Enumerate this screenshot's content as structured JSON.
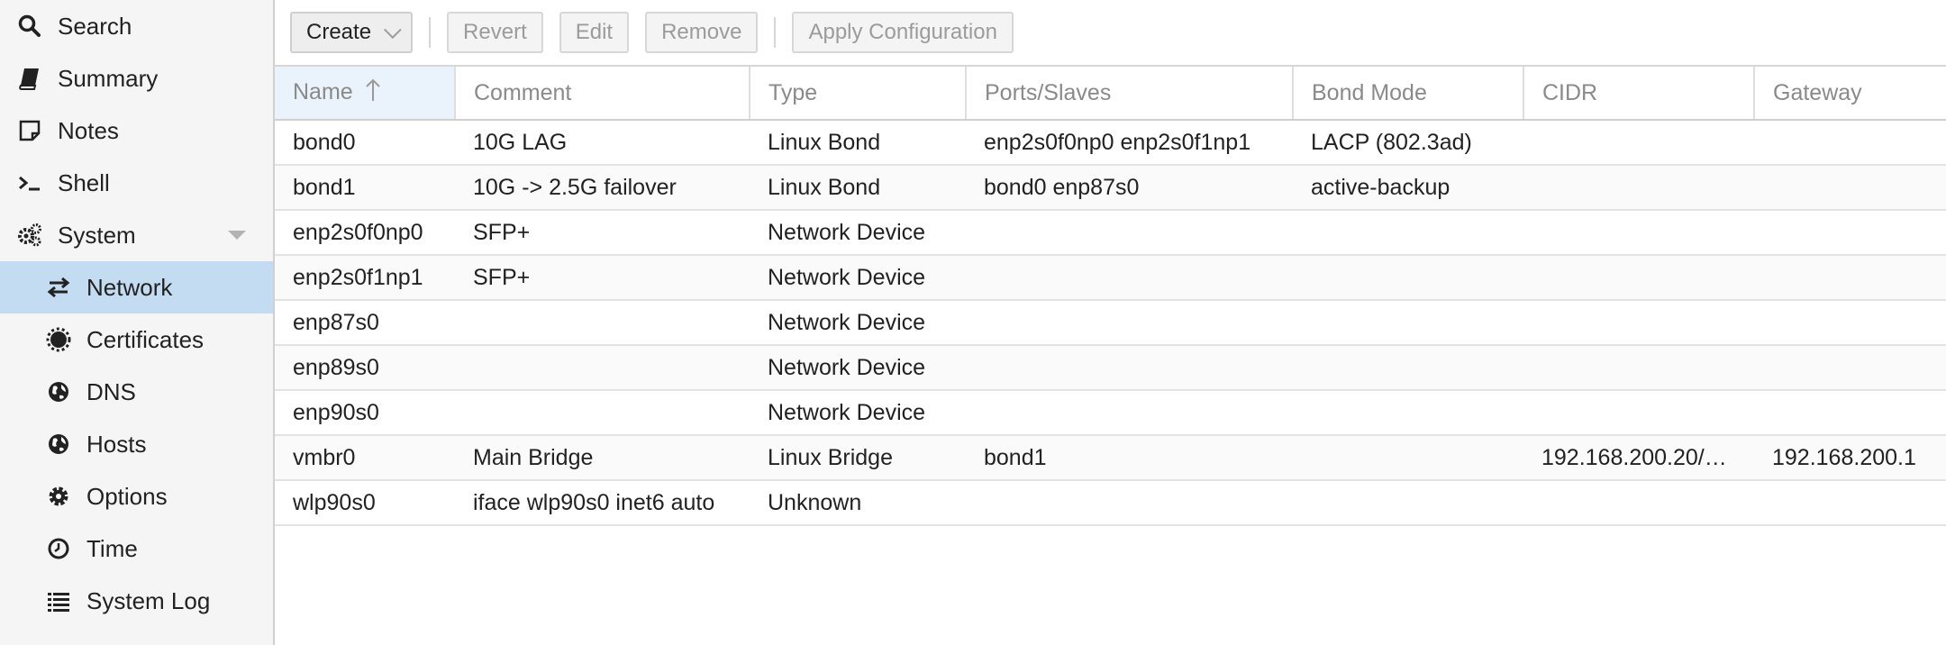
{
  "sidebar": {
    "items": [
      {
        "label": "Search",
        "icon": "search-icon"
      },
      {
        "label": "Summary",
        "icon": "book-icon"
      },
      {
        "label": "Notes",
        "icon": "note-icon"
      },
      {
        "label": "Shell",
        "icon": "terminal-icon"
      },
      {
        "label": "System",
        "icon": "gears-icon"
      },
      {
        "label": "Network",
        "icon": "exchange-icon"
      },
      {
        "label": "Certificates",
        "icon": "certificate-icon"
      },
      {
        "label": "DNS",
        "icon": "globe-icon"
      },
      {
        "label": "Hosts",
        "icon": "globe-icon"
      },
      {
        "label": "Options",
        "icon": "gear-icon"
      },
      {
        "label": "Time",
        "icon": "clock-icon"
      },
      {
        "label": "System Log",
        "icon": "list-icon"
      }
    ]
  },
  "toolbar": {
    "create": "Create",
    "revert": "Revert",
    "edit": "Edit",
    "remove": "Remove",
    "apply": "Apply Configuration"
  },
  "grid": {
    "columns": [
      "Name",
      "Comment",
      "Type",
      "Ports/Slaves",
      "Bond Mode",
      "CIDR",
      "Gateway"
    ],
    "rows": [
      [
        "bond0",
        "10G LAG",
        "Linux Bond",
        "enp2s0f0np0 enp2s0f1np1",
        "LACP (802.3ad)",
        "",
        ""
      ],
      [
        "bond1",
        "10G -> 2.5G failover",
        "Linux Bond",
        "bond0 enp87s0",
        "active-backup",
        "",
        ""
      ],
      [
        "enp2s0f0np0",
        "SFP+",
        "Network Device",
        "",
        "",
        "",
        ""
      ],
      [
        "enp2s0f1np1",
        "SFP+",
        "Network Device",
        "",
        "",
        "",
        ""
      ],
      [
        "enp87s0",
        "",
        "Network Device",
        "",
        "",
        "",
        ""
      ],
      [
        "enp89s0",
        "",
        "Network Device",
        "",
        "",
        "",
        ""
      ],
      [
        "enp90s0",
        "",
        "Network Device",
        "",
        "",
        "",
        ""
      ],
      [
        "vmbr0",
        "Main Bridge",
        "Linux Bridge",
        "bond1",
        "",
        "192.168.200.20/…",
        "192.168.200.1"
      ],
      [
        "wlp90s0",
        "iface wlp90s0 inet6 auto",
        "Unknown",
        "",
        "",
        "",
        ""
      ]
    ]
  },
  "colors": {
    "active_nav": "#c4dcf2",
    "sorted_header": "#eaf2fb"
  }
}
